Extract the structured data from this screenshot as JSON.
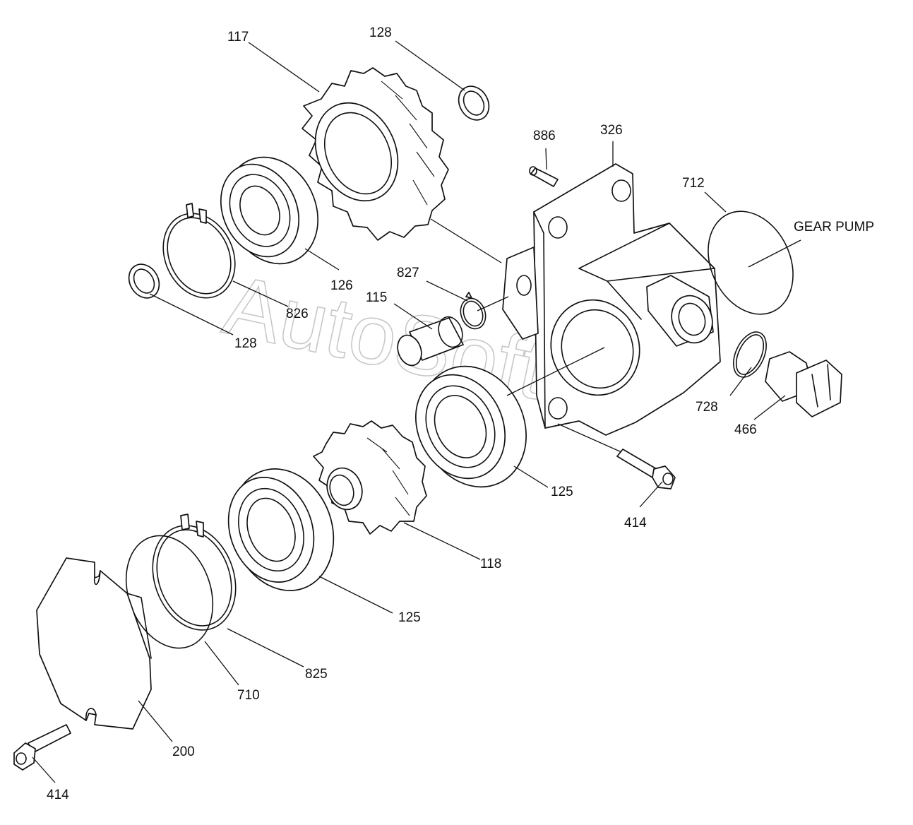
{
  "watermark": "AutoSoft.ru",
  "labels": {
    "p117": "117",
    "p128_top": "128",
    "p886": "886",
    "p326": "326",
    "p712": "712",
    "gear_pump": "GEAR PUMP",
    "p126": "126",
    "p826": "826",
    "p128_left": "128",
    "p827": "827",
    "p115": "115",
    "p728": "728",
    "p466": "466",
    "p125_right": "125",
    "p414_right": "414",
    "p118": "118",
    "p125_lower": "125",
    "p825": "825",
    "p710": "710",
    "p200": "200",
    "p414_left": "414"
  }
}
